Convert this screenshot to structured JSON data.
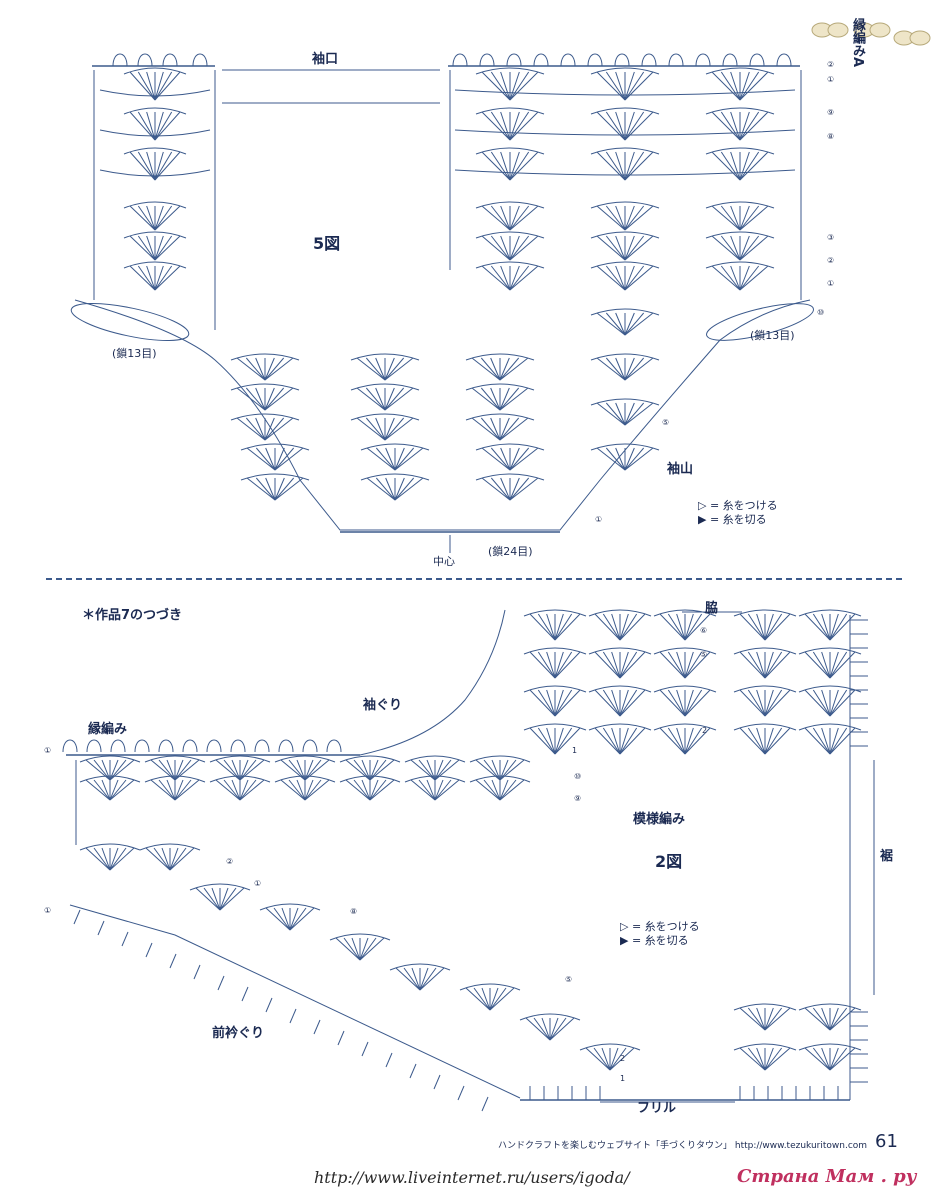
{
  "top_diagram": {
    "cuff_label": "袖口",
    "figure_label": "5図",
    "edging_label": "縁編みA",
    "sleeve_cap_label": "袖山",
    "chain_left": "(鎖13目)",
    "chain_right": "(鎖13目)",
    "center_label": "中心",
    "chain_bottom": "(鎖24目)",
    "legend_attach": "▷ = 糸をつける",
    "legend_cut": "▶ = 糸を切る",
    "row_numbers": [
      "②",
      "①",
      "⑨",
      "⑧",
      "③",
      "②",
      "①",
      "⑩",
      "⑤",
      "①"
    ]
  },
  "bottom_diagram": {
    "continuation": "＊作品7のつづき",
    "side_label": "脇",
    "armhole_label": "袖ぐり",
    "edging_label": "縁編み",
    "pattern_label": "模様編み",
    "figure_label": "2図",
    "hem_label": "裾",
    "front_neck_label": "前衿ぐり",
    "frill_label": "フリル",
    "legend_attach": "▷ = 糸をつける",
    "legend_cut": "▶ = 糸を切る",
    "row_numbers": [
      "⑥",
      "⑤",
      "2",
      "1",
      "⑩",
      "⑨",
      "②",
      "①",
      "①",
      "①",
      "⑧",
      "⑤",
      "2",
      "1"
    ]
  },
  "footer": {
    "credit": "ハンドクラフトを楽しむウェブサイト「手づくりタウン」 http://www.tezukuritown.com",
    "page_number": "61",
    "url": "http://www.liveinternet.ru/users/igoda/",
    "brand": "Страна Мам . ру"
  },
  "colors": {
    "ink": "#1b2a52",
    "diagram": "#3c5a8c",
    "brand": "#c0305f"
  }
}
